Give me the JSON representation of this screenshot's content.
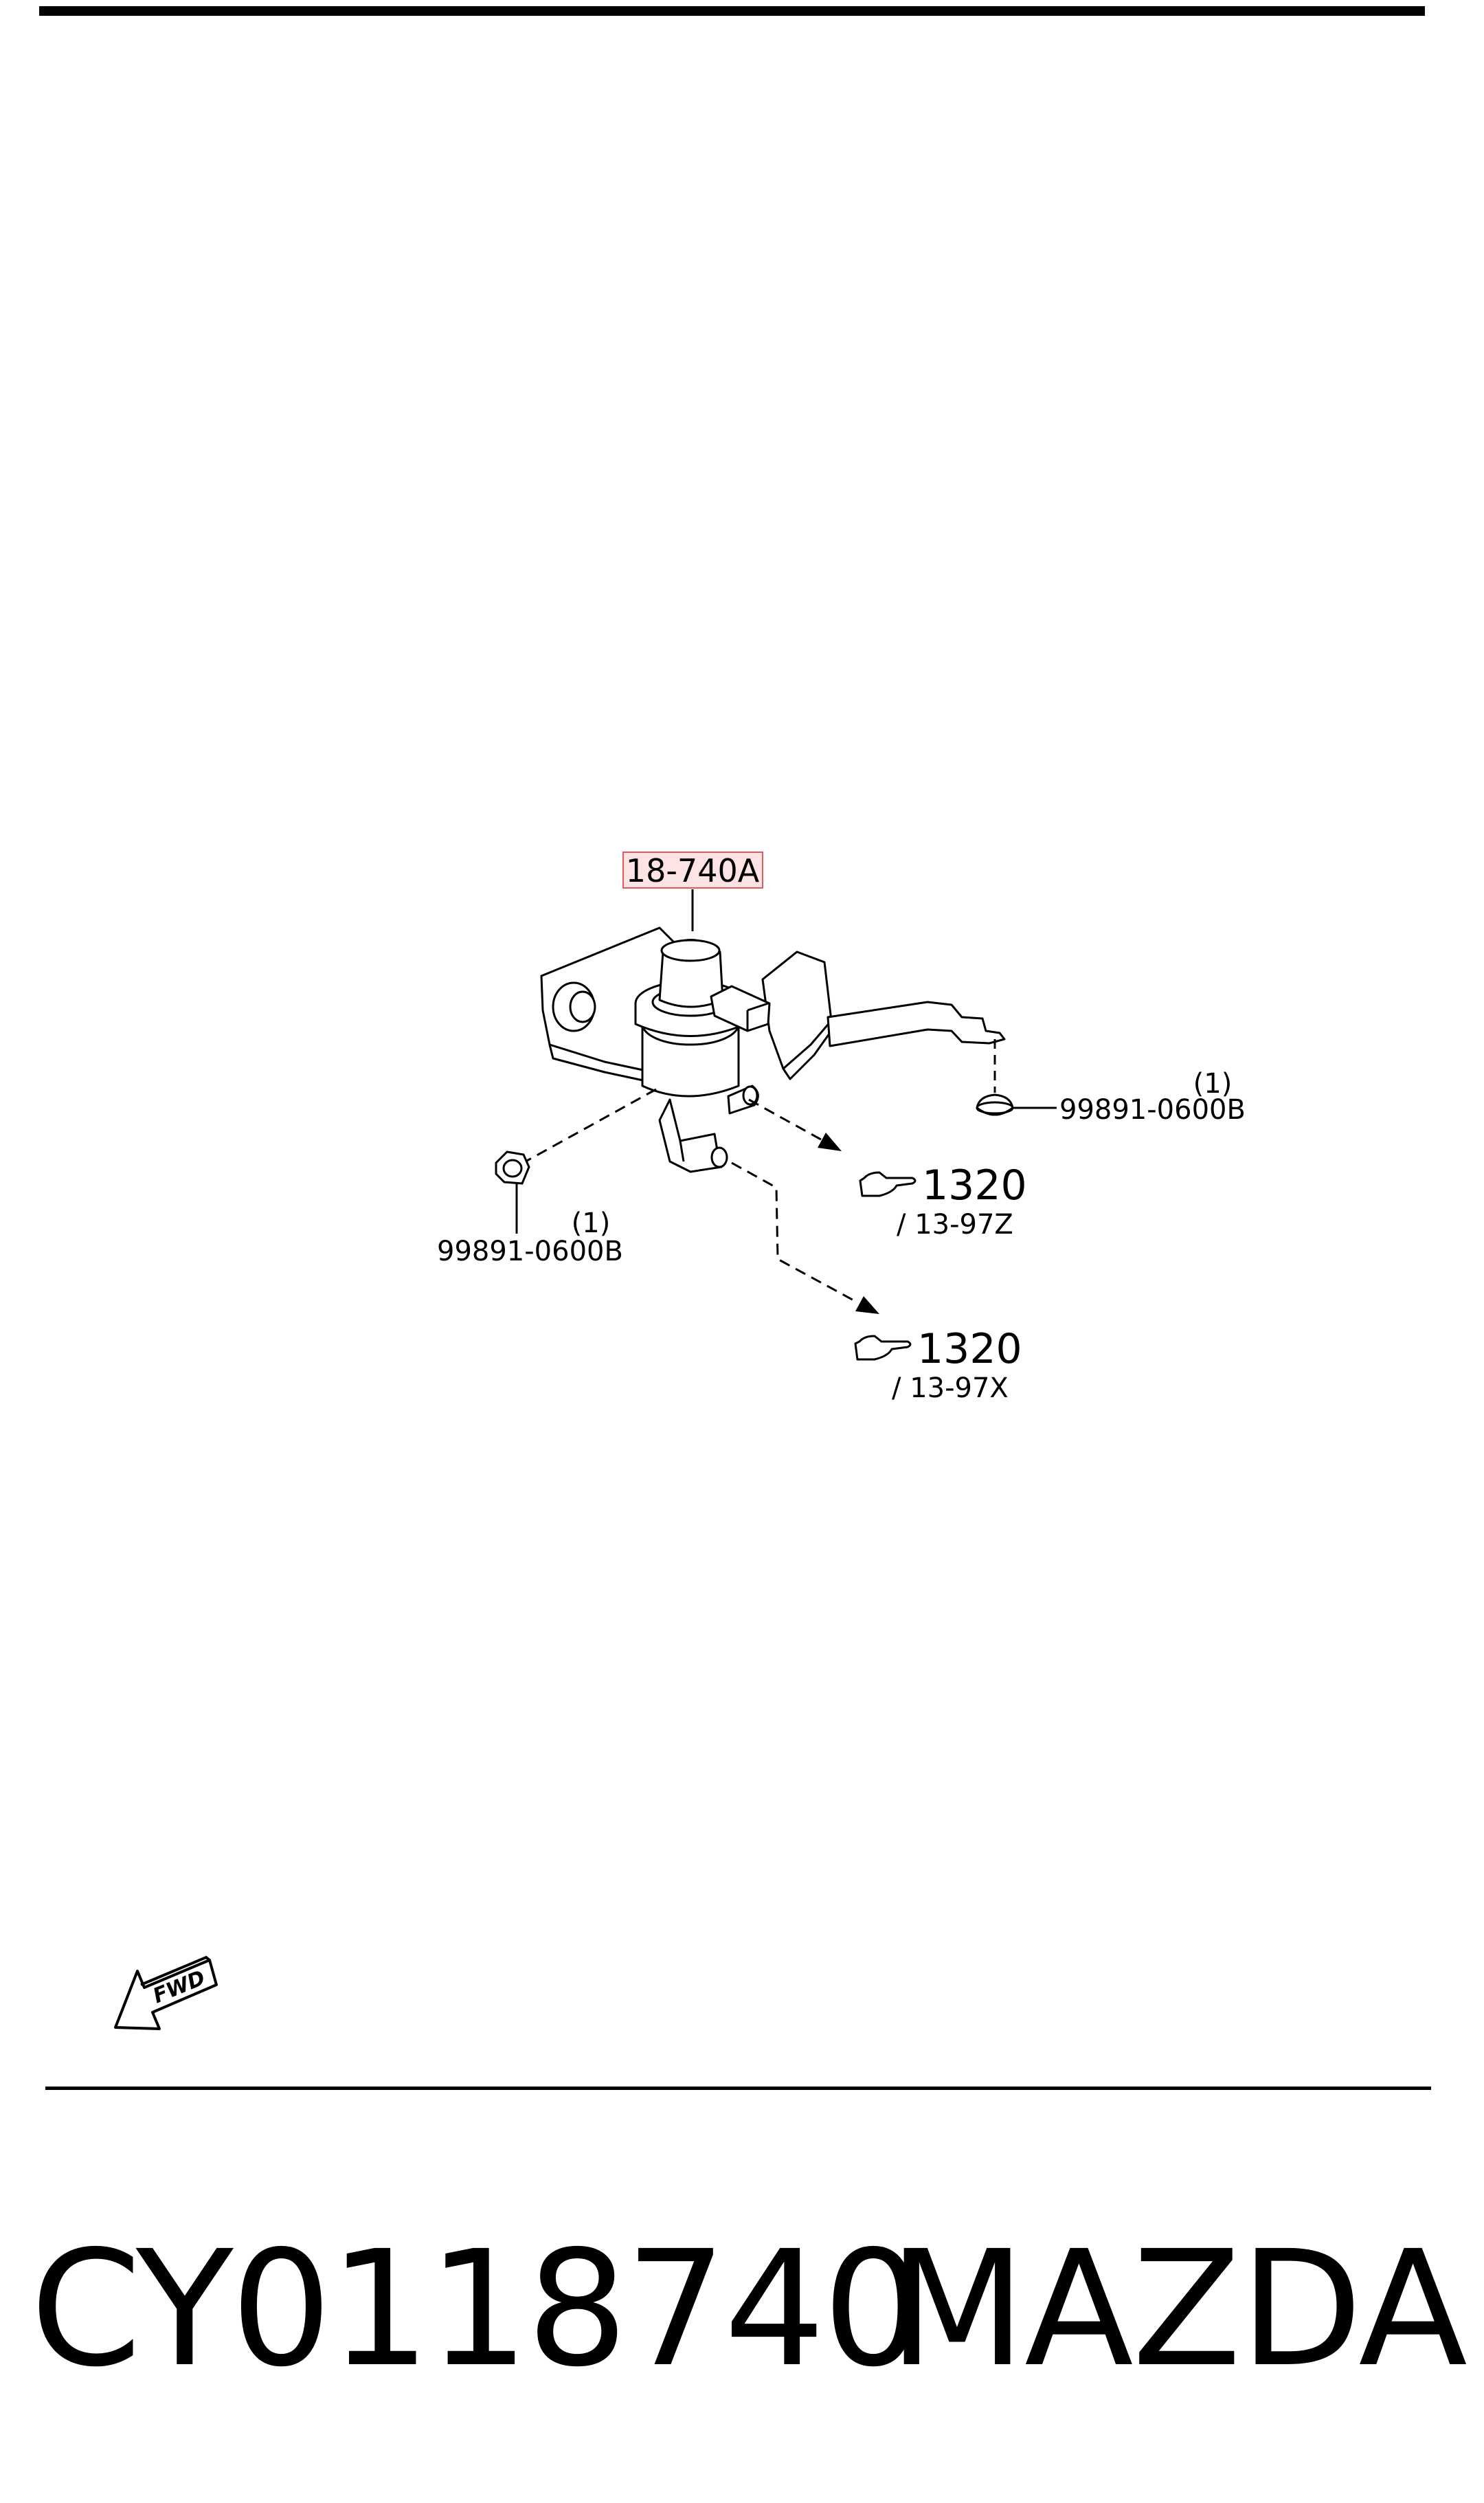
{
  "diagram": {
    "callouts": {
      "main_part": "18-740A",
      "fastener_right": {
        "part": "99891-0600B",
        "qty": "(1)"
      },
      "fastener_left": {
        "part": "99891-0600B",
        "qty": "(1)"
      },
      "ref_upper": {
        "fig": "1320",
        "sub": "/ 13-97Z"
      },
      "ref_lower": {
        "fig": "1320",
        "sub": "/ 13-97X"
      }
    },
    "fwd_label": "FWD",
    "highlight_color": "#f4a0a0"
  },
  "footer": {
    "part_number": "CY0118740",
    "brand": "MAZDA"
  }
}
